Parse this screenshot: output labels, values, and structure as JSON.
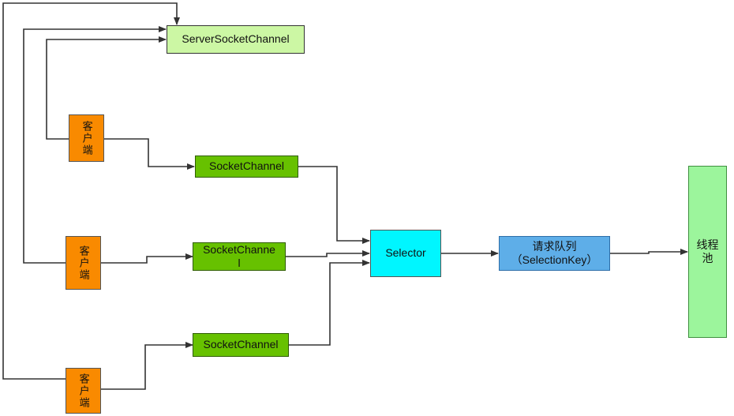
{
  "nodes": {
    "server": "ServerSocketChannel",
    "client_1": "客户端",
    "client_2": "客户端",
    "client_3": "客户端",
    "socket_1": "SocketChannel",
    "socket_2": "SocketChanne\nl",
    "socket_3": "SocketChannel",
    "selector": "Selector",
    "queue_line1": "请求队列",
    "queue_line2": "（SelectionKey）",
    "pool": "线程\n池"
  },
  "colors": {
    "client": "#f98a00",
    "server": "#ccf7a4",
    "socket": "#67c100",
    "selector": "#00f6ff",
    "queue": "#5eaee8",
    "pool": "#9cf59c",
    "connector": "#333333"
  }
}
